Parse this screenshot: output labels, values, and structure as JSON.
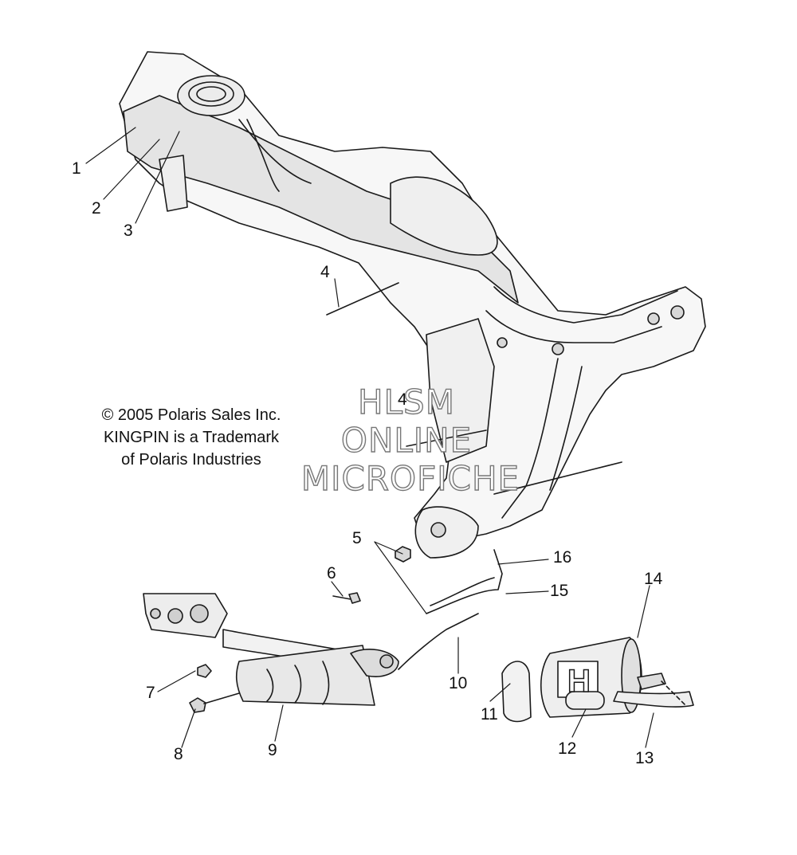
{
  "copyright": {
    "line1": "© 2005 Polaris Sales Inc.",
    "line2": "KINGPIN is a Trademark",
    "line3": "of Polaris Industries"
  },
  "watermark": {
    "line1": "HLSM",
    "line2": "ONLINE",
    "line3": "MICROFICHE"
  },
  "callouts": {
    "c1": "1",
    "c2": "2",
    "c3": "3",
    "c4a": "4",
    "c4b": "4",
    "c5": "5",
    "c6": "6",
    "c7": "7",
    "c8": "8",
    "c9": "9",
    "c10": "10",
    "c11": "11",
    "c12": "12",
    "c13": "13",
    "c14": "14",
    "c15": "15",
    "c16": "16"
  },
  "part_icon_letter": "H",
  "colors": {
    "line": "#1a1a1a",
    "shade": "#d8d8d8",
    "background": "#ffffff"
  }
}
